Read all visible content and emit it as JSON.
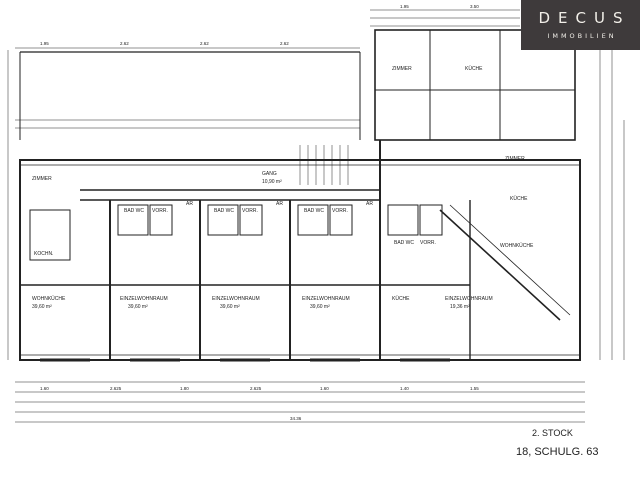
{
  "logo": {
    "brand": "DECUS",
    "sub": "IMMOBILIEN"
  },
  "floor_label": "2. STOCK",
  "address": "18, SCHULG. 63",
  "rooms": [
    {
      "id": "wohnkueche-left",
      "name": "WOHNKÜCHE",
      "area": "39,60 m²"
    },
    {
      "id": "einzelwohnraum-1",
      "name": "EINZELWOHNRAUM",
      "area": "39,60 m²"
    },
    {
      "id": "einzelwohnraum-2",
      "name": "EINZELWOHNRAUM",
      "area": "39,60 m²"
    },
    {
      "id": "einzelwohnraum-3",
      "name": "EINZELWOHNRAUM",
      "area": "39,60 m²"
    },
    {
      "id": "einzelwohnraum-4",
      "name": "EINZELWOHNRAUM",
      "area": "19,36 m²"
    },
    {
      "id": "gang",
      "name": "GANG",
      "area": "10,90 m²"
    },
    {
      "id": "zimmer-left",
      "name": "ZIMMER",
      "area": ""
    },
    {
      "id": "zimmer-top-right",
      "name": "ZIMMER",
      "area": ""
    },
    {
      "id": "kueche-top",
      "name": "KÜCHE",
      "area": ""
    },
    {
      "id": "zimmer-right",
      "name": "ZIMMER",
      "area": ""
    },
    {
      "id": "kueche-right",
      "name": "KÜCHE",
      "area": ""
    },
    {
      "id": "wohnkueche-right",
      "name": "WOHNKÜCHE",
      "area": ""
    },
    {
      "id": "kueche-bottom",
      "name": "KÜCHE",
      "area": ""
    },
    {
      "id": "bad-1",
      "name": "BAD WC",
      "area": ""
    },
    {
      "id": "bad-2",
      "name": "BAD WC",
      "area": ""
    },
    {
      "id": "bad-3",
      "name": "BAD WC",
      "area": ""
    },
    {
      "id": "bad-4",
      "name": "BAD WC",
      "area": ""
    },
    {
      "id": "vorr-1",
      "name": "VORR.",
      "area": ""
    },
    {
      "id": "vorr-2",
      "name": "VORR.",
      "area": ""
    },
    {
      "id": "vorr-3",
      "name": "VORR.",
      "area": ""
    },
    {
      "id": "vorr-4",
      "name": "VORR.",
      "area": ""
    },
    {
      "id": "ar-1",
      "name": "AR",
      "area": ""
    },
    {
      "id": "ar-2",
      "name": "AR",
      "area": ""
    },
    {
      "id": "ar-3",
      "name": "AR",
      "area": ""
    },
    {
      "id": "kochn",
      "name": "KOCHN.",
      "area": ""
    }
  ],
  "dimensions_top": [
    "1.95",
    "2.62",
    "2.62",
    "2.62",
    "1.95",
    "3.50"
  ],
  "dimensions_bottom": [
    "1.60",
    "2.625",
    "1.80",
    "2.625",
    "1.60",
    "1.40",
    "1.55"
  ],
  "dimension_total": "34.36"
}
